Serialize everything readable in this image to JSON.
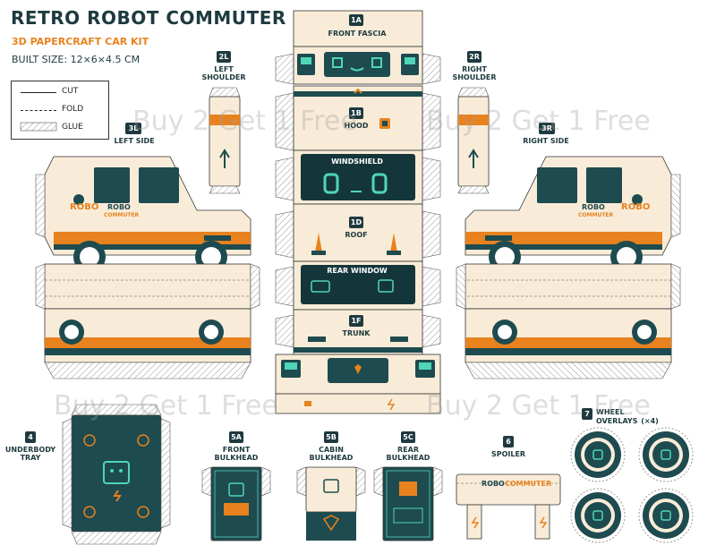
{
  "header": {
    "title": "RETRO ROBOT COMMUTER",
    "subtitle": "3D PAPERCRAFT CAR KIT",
    "built_size": "BUILT SIZE: 12×6×4.5 CM"
  },
  "legend": {
    "cut": "CUT",
    "fold": "FOLD",
    "glue": "GLUE"
  },
  "watermark": "Buy 2 Get 1 Free",
  "pieces": {
    "p1a": {
      "num": "1A",
      "label": "FRONT FASCIA"
    },
    "p1b": {
      "num": "1B",
      "label": "HOOD"
    },
    "p1c": {
      "label": "WINDSHIELD"
    },
    "p1d": {
      "num": "1D",
      "label": "ROOF"
    },
    "p1e": {
      "label": "REAR WINDOW"
    },
    "p1f": {
      "num": "1F",
      "label": "TRUNK"
    },
    "p2l": {
      "num": "2L",
      "label1": "LEFT",
      "label2": "SHOULDER"
    },
    "p2r": {
      "num": "2R",
      "label1": "RIGHT",
      "label2": "SHOULDER"
    },
    "p3l": {
      "num": "3L",
      "label": "LEFT SIDE",
      "robo1": "ROBO",
      "robo2": "COMMUTER",
      "robo_logo": "ROBO"
    },
    "p3r": {
      "num": "3R",
      "label": "RIGHT SIDE",
      "robo1": "ROBO",
      "robo2": "COMMUTER",
      "robo_logo": "ROBO"
    },
    "p4": {
      "num": "4",
      "label1": "UNDERBODY",
      "label2": "TRAY"
    },
    "p5a": {
      "num": "5A",
      "label1": "FRONT",
      "label2": "BULKHEAD"
    },
    "p5b": {
      "num": "5B",
      "label1": "CABIN",
      "label2": "BULKHEAD"
    },
    "p5c": {
      "num": "5C",
      "label1": "REAR",
      "label2": "BULKHEAD"
    },
    "p6": {
      "num": "6",
      "label": "SPOILER",
      "robo": "ROBO",
      "commuter": "COMMUTER"
    },
    "p7": {
      "num": "7",
      "label": "WHEEL OVERLAYS",
      "count": "(×4)"
    }
  },
  "colors": {
    "teal": "#1e4b4f",
    "cream": "#f8ecd8",
    "orange": "#e8821e",
    "screen_green": "#4fd6b6"
  }
}
